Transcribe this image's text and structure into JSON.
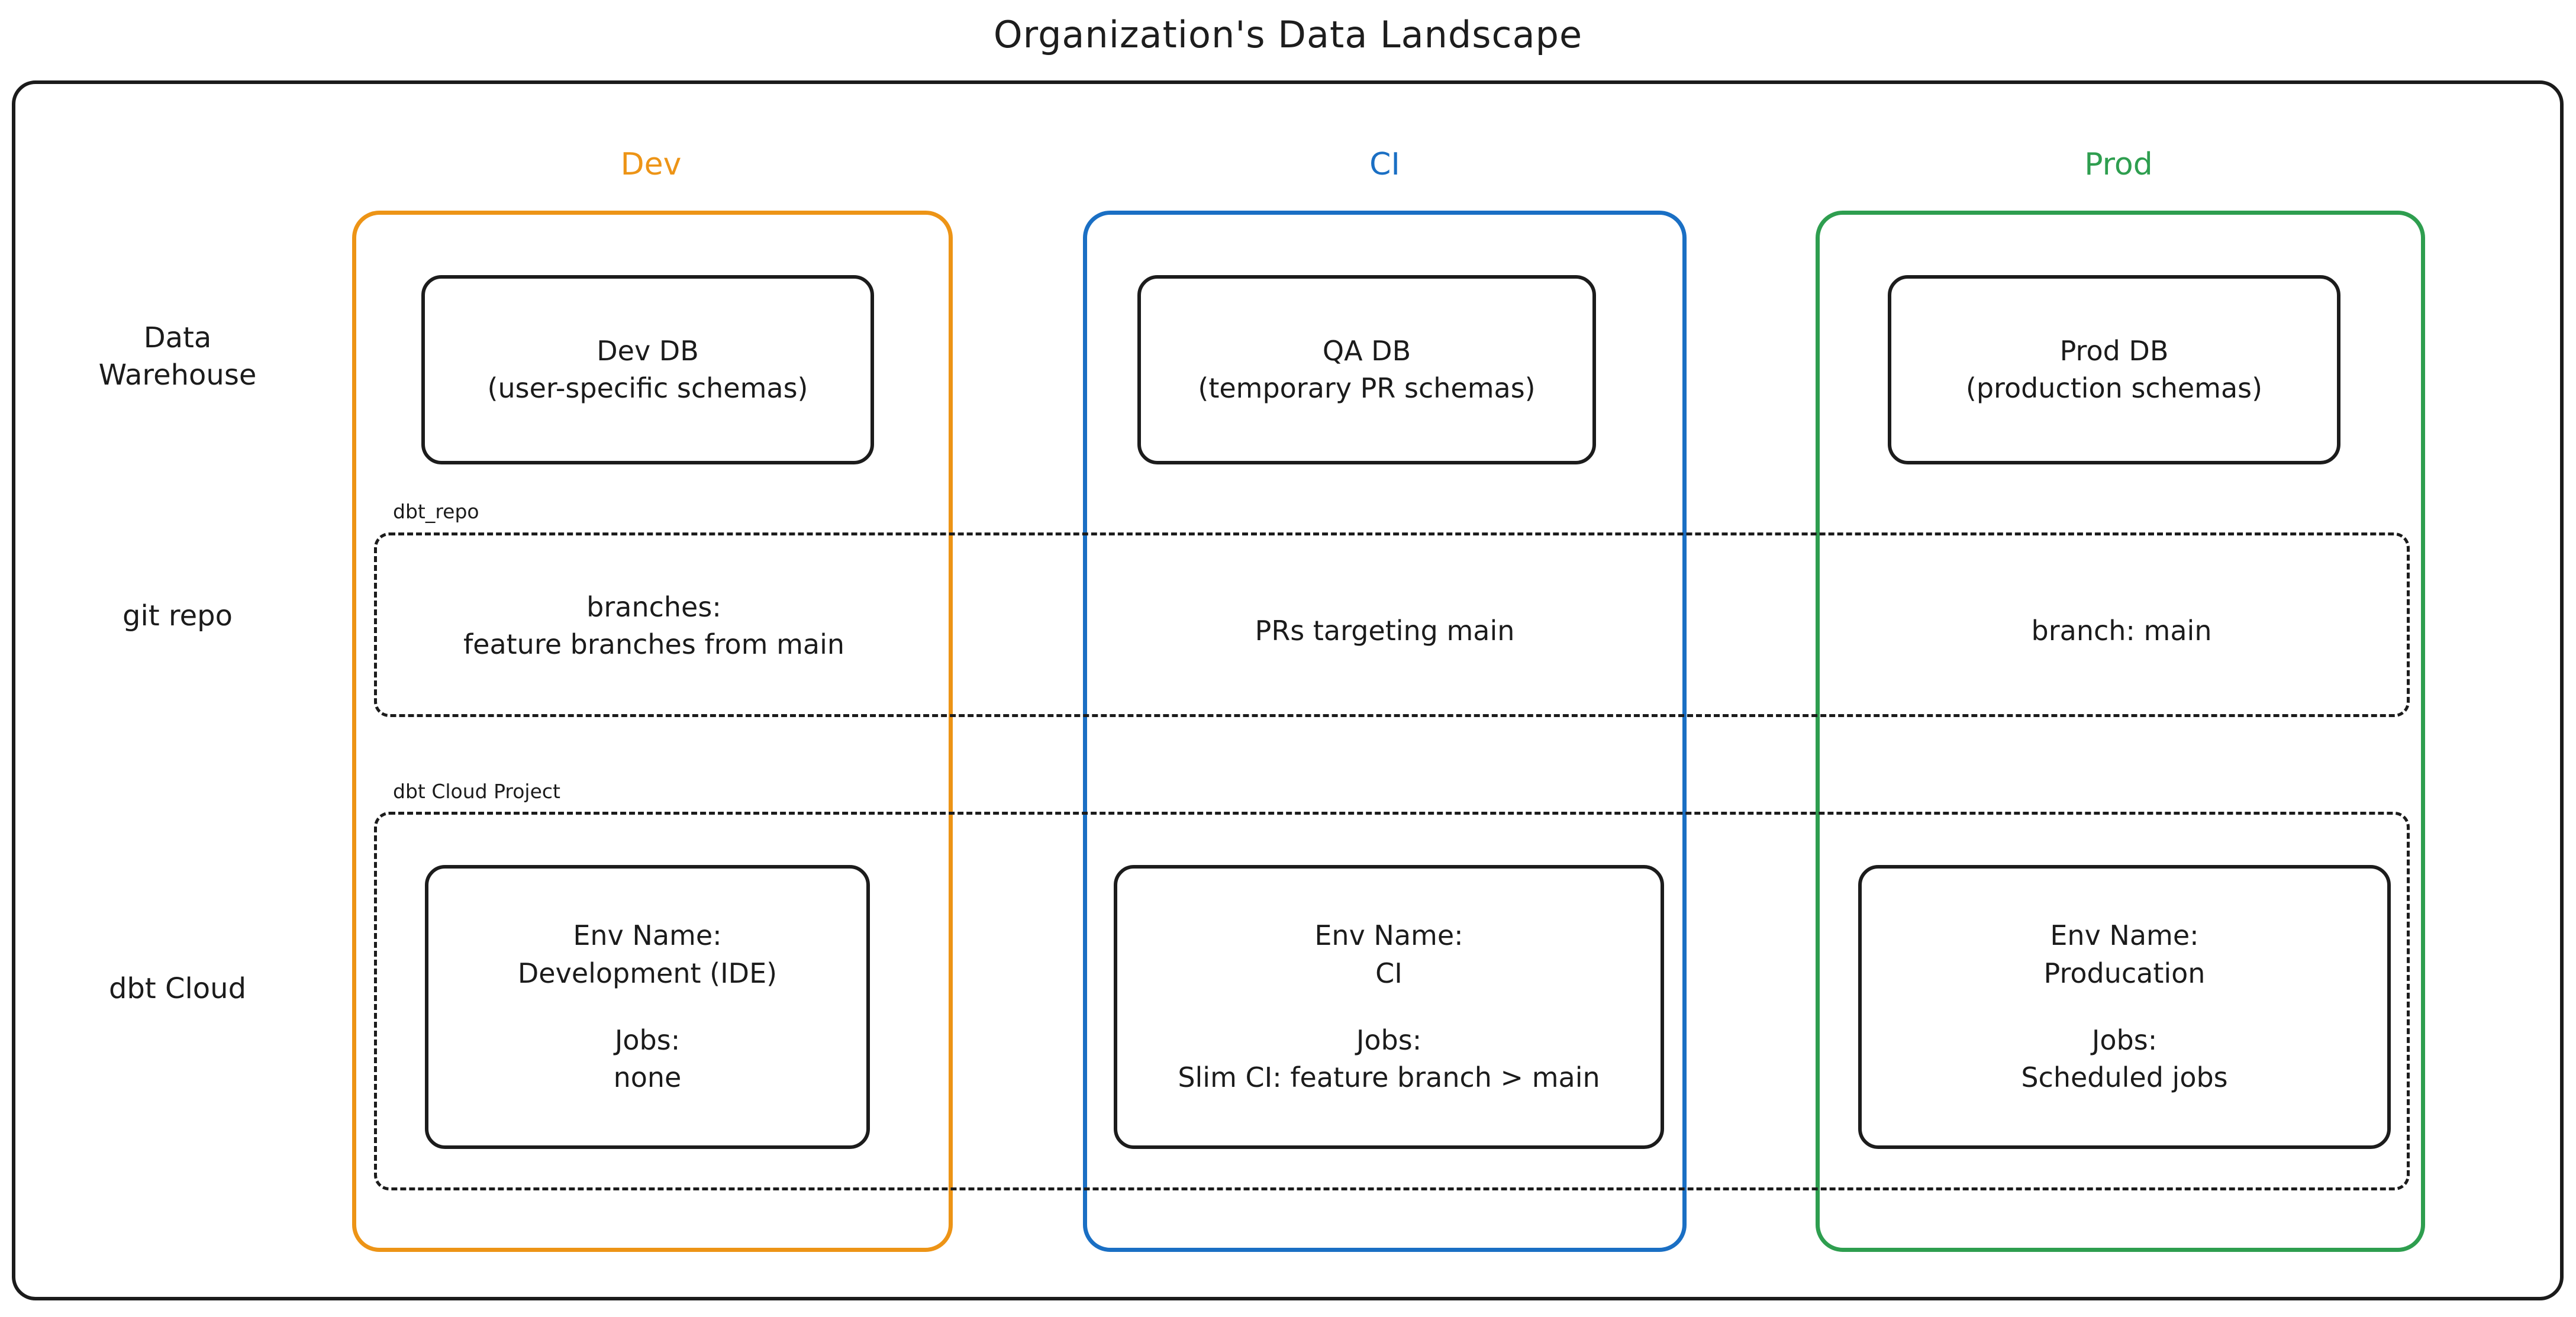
{
  "title": "Organization's Data Landscape",
  "columns": [
    {
      "id": "dev",
      "label": "Dev",
      "color": "#ED9416"
    },
    {
      "id": "ci",
      "label": "CI",
      "color": "#1A6FC4"
    },
    {
      "id": "prod",
      "label": "Prod",
      "color": "#2E9E4F"
    }
  ],
  "rows": [
    {
      "id": "warehouse",
      "label_line1": "Data",
      "label_line2": "Warehouse"
    },
    {
      "id": "git",
      "label_line1": "git repo",
      "label_line2": ""
    },
    {
      "id": "dbtcloud",
      "label_line1": "dbt Cloud",
      "label_line2": ""
    }
  ],
  "warehouse": {
    "dev": {
      "line1": "Dev DB",
      "line2": "(user-specific schemas)"
    },
    "ci": {
      "line1": "QA DB",
      "line2": "(temporary PR schemas)"
    },
    "prod": {
      "line1": "Prod DB",
      "line2": "(production schemas)"
    }
  },
  "git_repo": {
    "caption": "dbt_repo",
    "dev": {
      "line1": "branches:",
      "line2": "feature branches from main"
    },
    "ci": {
      "line1": "PRs targeting main",
      "line2": ""
    },
    "prod": {
      "line1": "branch: main",
      "line2": ""
    }
  },
  "dbt_cloud": {
    "caption": "dbt Cloud Project",
    "env_name_label": "Env Name:",
    "jobs_label": "Jobs:",
    "dev": {
      "env_name": "Development (IDE)",
      "jobs": "none"
    },
    "ci": {
      "env_name": "CI",
      "jobs": "Slim CI: feature branch > main"
    },
    "prod": {
      "env_name": "Producation",
      "jobs": "Scheduled jobs"
    }
  }
}
